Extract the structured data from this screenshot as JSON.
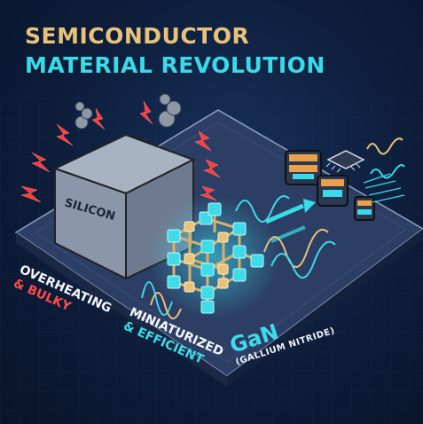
{
  "title": {
    "line1": "SEMICONDUCTOR",
    "line2": "MATERIAL REVOLUTION"
  },
  "silicon": {
    "label": "SILICON"
  },
  "labels": {
    "overheating": "OVERHEATING",
    "bulky": "& BULKY",
    "miniaturized": "MINIATURIZED",
    "efficient": "& EFFICIENT",
    "gan": "GaN",
    "gan_full": "(GALLIUM NITRIDE)"
  },
  "colors": {
    "gold": "#e9c27a",
    "cyan": "#39dbe8",
    "red": "#ff4a4a",
    "background": "#0d1d3a"
  },
  "icons": [
    "lightning-icon",
    "smoke-icon",
    "chip-icon",
    "inductor-icon",
    "sine-wave-icon",
    "arrow-icon"
  ]
}
